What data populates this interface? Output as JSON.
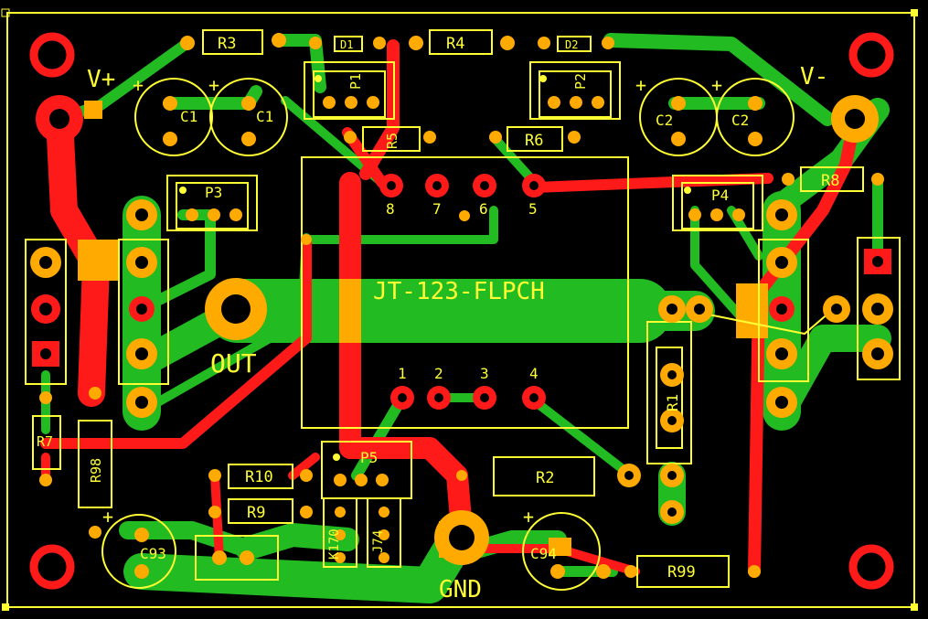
{
  "colors": {
    "background": "#000000",
    "top_copper": "#ff1a1a",
    "bottom_copper": "#22bb22",
    "overlap": "#ffaa00",
    "silkscreen": "#ffff33"
  },
  "board": {
    "ic_label": "JT-123-FLPCH",
    "power_pos": "V+",
    "power_neg": "V-",
    "output": "OUT",
    "ground": "GND",
    "ic_pins_top": [
      "8",
      "7",
      "6",
      "5"
    ],
    "ic_pins_bottom": [
      "1",
      "2",
      "3",
      "4"
    ]
  },
  "components": {
    "r3": "R3",
    "d1": "D1",
    "r4": "R4",
    "d2": "D2",
    "p1": "P1",
    "p2": "P2",
    "r5": "R5",
    "r6": "R6",
    "c1a": "C1",
    "c1b": "C1",
    "c2a": "C2",
    "c2b": "C2",
    "p3": "P3",
    "p4": "P4",
    "r8": "R8",
    "r1": "R1",
    "r2": "R2",
    "r7": "R7",
    "r98": "R98",
    "r10": "R10",
    "r9": "R9",
    "p5": "P5",
    "k170": "K170",
    "j74": "J74",
    "c93": "C93",
    "c94": "C94",
    "r99": "R99",
    "plus": "+"
  }
}
